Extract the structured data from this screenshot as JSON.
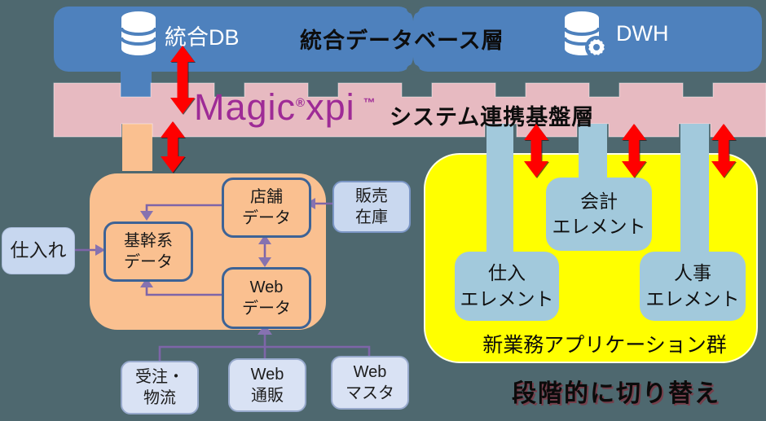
{
  "canvas": {
    "background": "#4E686F"
  },
  "db_layer": {
    "label": "統合データベース層",
    "bar_color": "#4E81BD",
    "db_node": {
      "icon": "database-icon",
      "label": "統合DB"
    },
    "dwh_node": {
      "icon": "database-gear-icon",
      "label": "DWH"
    }
  },
  "integration_layer": {
    "label": "システム連携基盤層",
    "bar_color": "#E7BAC1",
    "logo": {
      "brand": "Magic",
      "registered_mark": "®",
      "product": "xpi",
      "trademark_mark": "™",
      "color": "#9E2B96"
    }
  },
  "legacy_group": {
    "fill": "#FAC090",
    "boxes": {
      "core": {
        "line1": "基幹系",
        "line2": "データ"
      },
      "store": {
        "line1": "店舗",
        "line2": "データ"
      },
      "web": {
        "line1": "Web",
        "line2": "データ"
      }
    }
  },
  "external_boxes": {
    "shiire": {
      "label": "仕入れ"
    },
    "hanbai_zaiko": {
      "line1": "販売",
      "line2": "在庫"
    },
    "juchu_butsuryu": {
      "line1": "受注・",
      "line2": "物流"
    },
    "web_tsuhan": {
      "line1": "Web",
      "line2": "通販"
    },
    "web_master": {
      "line1": "Web",
      "line2": "マスタ"
    }
  },
  "new_app_group": {
    "label": "新業務アプリケーション群",
    "fill": "#FFFF00",
    "element_fill": "#A2C9DC",
    "elements": {
      "kaikei": {
        "line1": "会計",
        "line2": "エレメント"
      },
      "shiire": {
        "line1": "仕入",
        "line2": "エレメント"
      },
      "jinji": {
        "line1": "人事",
        "line2": "エレメント"
      }
    }
  },
  "caption": {
    "label": "段階的に切り替え"
  },
  "colors": {
    "red_arrow": "#FF0000",
    "purple_connector": "#7E65A8"
  }
}
